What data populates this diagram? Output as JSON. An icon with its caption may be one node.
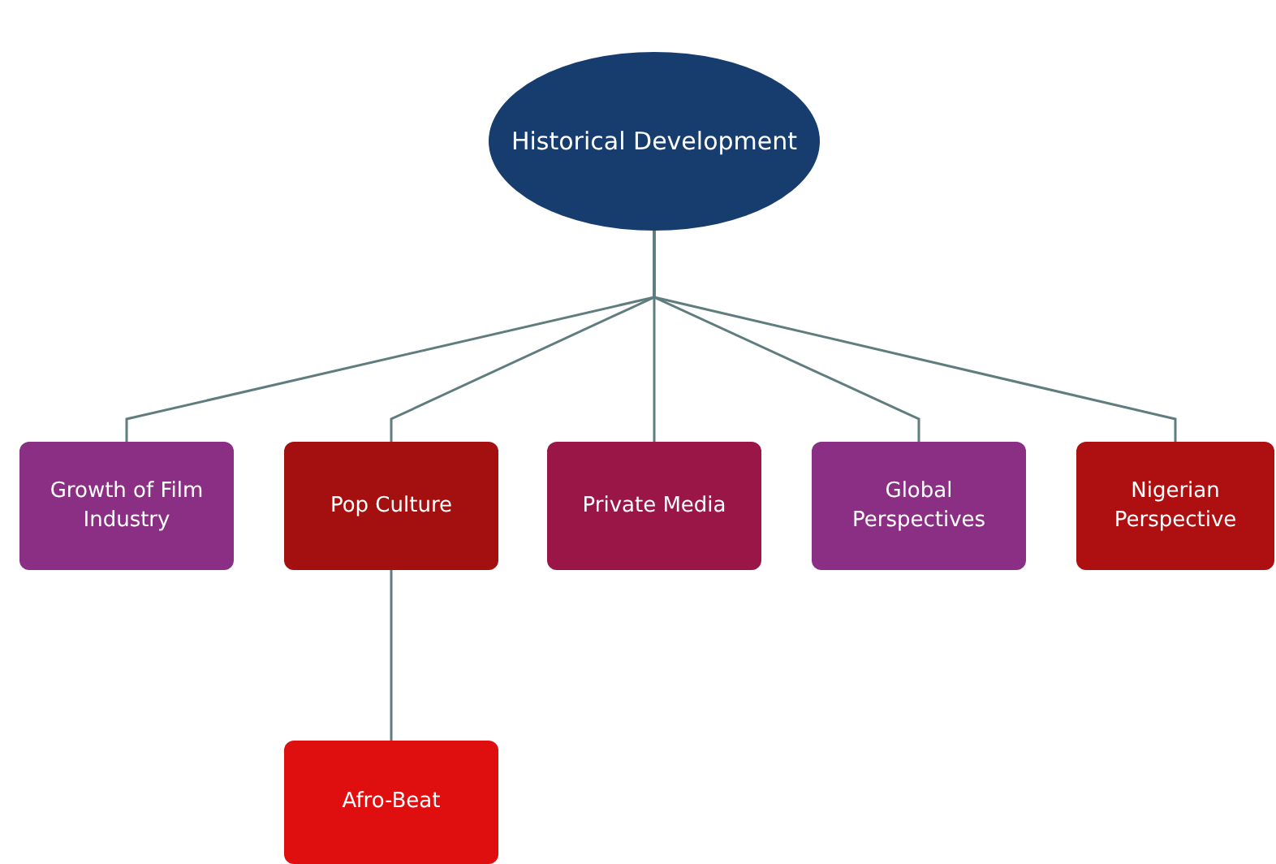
{
  "diagram": {
    "nodes": [
      {
        "text": [
          "Historical Development"
        ]
      },
      {
        "text": [
          "Growth of Film Industry"
        ]
      },
      {
        "text": [
          "Pop Culture"
        ]
      },
      {
        "text": [
          "Private Media"
        ]
      },
      {
        "text": [
          "Global Perspectives"
        ]
      },
      {
        "text": [
          "Nigerian Perspective"
        ]
      },
      {
        "text": [
          "Afro-Beat"
        ]
      }
    ],
    "edges": [
      {
        "from": 0,
        "to": 1,
        "arrow": "none"
      },
      {
        "from": 0,
        "to": 2,
        "arrow": "none"
      },
      {
        "from": 0,
        "to": 3,
        "arrow": "none"
      },
      {
        "from": 0,
        "to": 4,
        "arrow": "none"
      },
      {
        "from": 0,
        "to": 5,
        "arrow": "none"
      },
      {
        "from": 2,
        "to": 6,
        "arrow": "none"
      }
    ]
  }
}
